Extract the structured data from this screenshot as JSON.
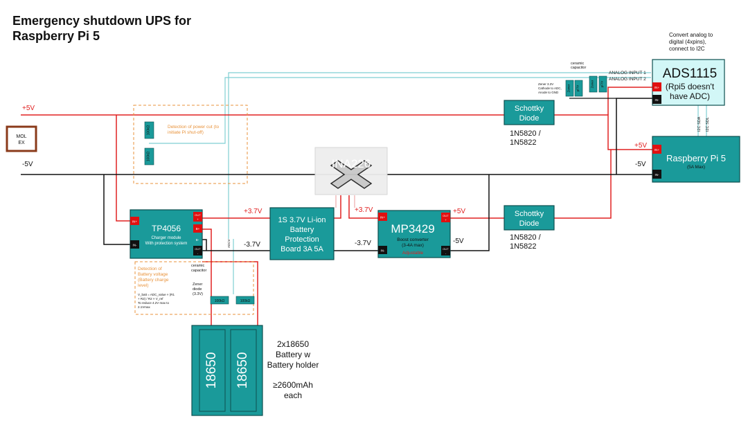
{
  "title": {
    "line1": "Emergency shutdown UPS for",
    "line2": "Raspberry Pi 5"
  },
  "colors": {
    "box_fill": "#1a9a9a",
    "box_stroke": "#0e4f4f",
    "ads_fill": "#d2f7f7",
    "wire_red": "#e02020",
    "wire_black": "#111111",
    "wire_teal": "#7fcfd3",
    "orange": "#e8923a",
    "pin_red": "#e01010",
    "pin_black": "#111111"
  },
  "molex": {
    "line1": "MOL",
    "line2": "EX"
  },
  "rails": {
    "plus5v": "+5V",
    "minus5v": "-5V"
  },
  "tp4056": {
    "name": "TP4056",
    "desc1": "Charger module",
    "desc2": "With protection system",
    "pin_in_plus": "IN+",
    "pin_in_minus": "IN-",
    "pin_out_plus_a": "OUT",
    "pin_out_plus_b": "+",
    "pin_b_plus": "B+",
    "pin_b_minus": "B-",
    "pin_out_minus_a": "OUT",
    "pin_out_minus_b": "-"
  },
  "bms": {
    "line1": "1S 3.7V Li-ion",
    "line2": "Battery",
    "line3": "Protection",
    "line4": "Board 3A 5A"
  },
  "mp3429": {
    "name": "MP3429",
    "desc1": "Boost converter",
    "desc2": "(3-4A max)",
    "adjustable": "Adjustable",
    "pin_in_plus": "IN+",
    "pin_in_minus": "IN-",
    "pin_out_plus_a": "OUT",
    "pin_out_plus_b": "+",
    "pin_out_minus_a": "OUT",
    "pin_out_minus_b": "-"
  },
  "ina226": {
    "name": "INA226"
  },
  "diode_top": {
    "line1": "Schottky",
    "line2": "Diode",
    "part1": "1N5820 /",
    "part2": "1N5822"
  },
  "diode_bottom": {
    "line1": "Schottky",
    "line2": "Diode",
    "part1": "1N5820 /",
    "part2": "1N5822"
  },
  "ads1115": {
    "name": "ADS1115",
    "sub1": "(Rpi5 doesn't",
    "sub2": "have ADC)",
    "pin_in_plus": "IN+",
    "pin_in_minus": "IN-",
    "note1": "Convert analog to",
    "note2": "digital (4xpins),",
    "note3": "connect to I2C",
    "analog1": "ANALOG INPUT 1",
    "analog2": "ANALOG INPUT 2",
    "ceramic1": "ceramic",
    "ceramic2": "capacitor",
    "zener_note1": "Zener 3.3V",
    "zener_note2": "Cathode to ADC,",
    "zener_note3": "Anode to GND",
    "comp_zener": "Zener",
    "comp_cap": "μF/V",
    "comp_zener2": "Zener",
    "comp_cap2": "μF/V"
  },
  "rpi": {
    "name": "Raspberry Pi 5",
    "sub": "(5A Max)",
    "pin_in_plus": "IN+",
    "pin_in_minus": "IN-",
    "i2c_sda": "I2C SDA",
    "i2c_sdl": "I2C SDL"
  },
  "labels": {
    "plus5v_top": "+5V",
    "minus5v_left": "-5V",
    "plus5v_rpi": "+5V",
    "minus5v_rpi": "-5V",
    "plus37v_a": "+3.7V",
    "minus37v_a": "-3.7V",
    "plus37v_b": "+3.7V",
    "minus37v_b": "-3.7V",
    "plus5v_mp": "+5V",
    "minus5v_mp": "-5V",
    "adc_v": "ADCV"
  },
  "detect_top": {
    "line1": "Detection of power cut (to",
    "line2": "initiate Pi shut-off)",
    "res1": "100kΩ",
    "res2": "100kΩ"
  },
  "detect_bottom": {
    "line1": "Detection of",
    "line2": "Battery voltage",
    "line3": "(Battery charge",
    "line4": "level)",
    "f1": "V_batt = ADC_value × (R1",
    "f2": "+ R2) / R2 × V_ref",
    "f3": "To reduce 4.2V max to",
    "f4": "2.1Vmax",
    "ceramic1": "ceramic",
    "ceramic2": "capacitor",
    "zener1": "Zener",
    "zener2": "diode",
    "zener3": "(3.3V)",
    "res1": "100kΩ",
    "res2": "100kΩ"
  },
  "battery": {
    "cell1": "18650",
    "cell2": "18650",
    "desc1": "2x18650",
    "desc2": "Battery w",
    "desc3": "Battery holder",
    "cap1": "≥2600mAh",
    "cap2": "each"
  }
}
